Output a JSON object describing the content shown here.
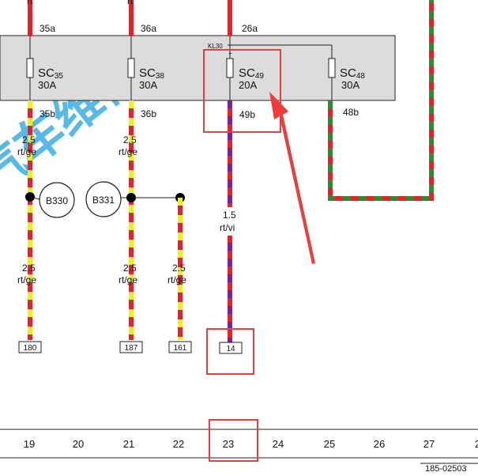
{
  "colors": {
    "red": "#e8202a",
    "yellow": "#f2ee1e",
    "violet": "#7a1fa0",
    "green": "#2e8b2e",
    "rail_fill": "#dcdcdc",
    "highlight": "#ee3b3b",
    "watermark": "#2aa6e0"
  },
  "rail": {
    "label": "KL30"
  },
  "fuses": [
    {
      "id": "sc35",
      "name": "SC",
      "num": "35",
      "amps": "30A",
      "in_label": "35a",
      "out_label": "35b"
    },
    {
      "id": "sc38",
      "name": "SC",
      "num": "38",
      "amps": "30A",
      "in_label": "36a",
      "out_label": "36b"
    },
    {
      "id": "sc49",
      "name": "SC",
      "num": "49",
      "amps": "20A",
      "in_label": "26a",
      "out_label": "49b"
    },
    {
      "id": "sc48",
      "name": "SC",
      "num": "48",
      "amps": "30A",
      "in_label": "",
      "out_label": "48b"
    }
  ],
  "top_stub_labels": [
    "rt",
    "rt"
  ],
  "wires": [
    {
      "id": "w35-upper",
      "size": "2.5",
      "color_code": "rt/ge"
    },
    {
      "id": "w35-lower",
      "size": "2.5",
      "color_code": "rt/ge"
    },
    {
      "id": "w36-upper",
      "size": "2.5",
      "color_code": "rt/ge"
    },
    {
      "id": "w36-lower",
      "size": "2.5",
      "color_code": "rt/ge"
    },
    {
      "id": "w161",
      "size": "2.5",
      "color_code": "rt/ge"
    },
    {
      "id": "w49",
      "size": "1.5",
      "color_code": "rt/vi"
    }
  ],
  "junctions": [
    {
      "id": "b330",
      "label": "B330"
    },
    {
      "id": "b331",
      "label": "B331"
    }
  ],
  "terminals": [
    "180",
    "187",
    "161",
    "14"
  ],
  "ruler": [
    "19",
    "20",
    "21",
    "22",
    "23",
    "24",
    "25",
    "26",
    "27",
    "2"
  ],
  "footer_code": "185-02503",
  "watermark": "汽车维修"
}
